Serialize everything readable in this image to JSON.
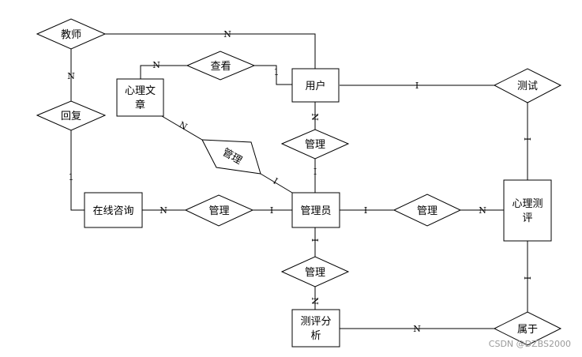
{
  "entities": {
    "teacher_rel_text": "教师",
    "user": "用户",
    "article_line1": "心理文",
    "article_line2": "章",
    "consult": "在线咨询",
    "admin": "管理员",
    "eval_line1": "心理测",
    "eval_line2": "评",
    "analysis_line1": "测评分",
    "analysis_line2": "析"
  },
  "relations": {
    "teacher": "教师",
    "view": "查看",
    "reply": "回复",
    "test": "测试",
    "manage_user": "管理",
    "manage_article": "管理",
    "manage_consult": "管理",
    "manage_eval": "管理",
    "manage_analysis": "管理",
    "belong": "属于"
  },
  "cardinalities": {
    "teacher_user": "N",
    "teacher_reply": "N",
    "reply_consult": "1",
    "view_article": "N",
    "view_user": "1",
    "user_manage": "N",
    "manage_admin_top": "I",
    "article_manage": "N",
    "manage_admin_diag": "I",
    "consult_manage": "N",
    "manage_admin_left": "I",
    "admin_manage_right": "I",
    "manage_eval": "N",
    "user_test": "I",
    "test_eval": "I",
    "admin_manage_bottom": "I",
    "manage_analysis": "N",
    "analysis_belong": "N",
    "belong_eval": "I"
  },
  "watermark": "CSDN @DZBS2000"
}
